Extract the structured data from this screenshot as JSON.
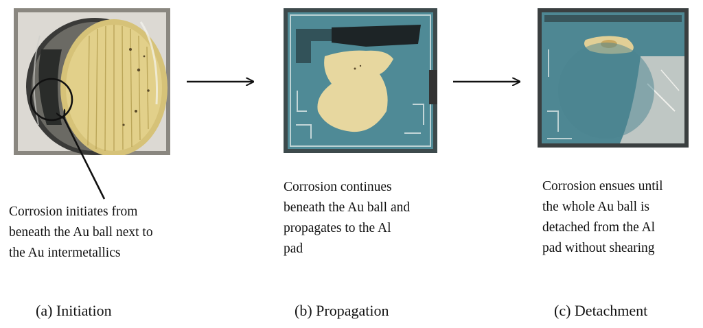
{
  "stages": [
    {
      "description": "Corrosion initiates from\nbeneath the Au ball next to\nthe Au intermetallics",
      "caption": "(a) Initiation"
    },
    {
      "description": "Corrosion continues\nbeneath the Au ball and\npropagates to the Al\npad",
      "caption": "(b) Propagation"
    },
    {
      "description": "Corrosion ensues until\nthe whole Au ball is\ndetached from the Al\npad without shearing",
      "caption": "(c) Detachment"
    }
  ],
  "colors": {
    "pad_gray": "#d9d6d0",
    "gold_ball": "#e3d29a",
    "corrosion_teal": "#4f8a96",
    "dark_edge": "#2b2b2b"
  }
}
